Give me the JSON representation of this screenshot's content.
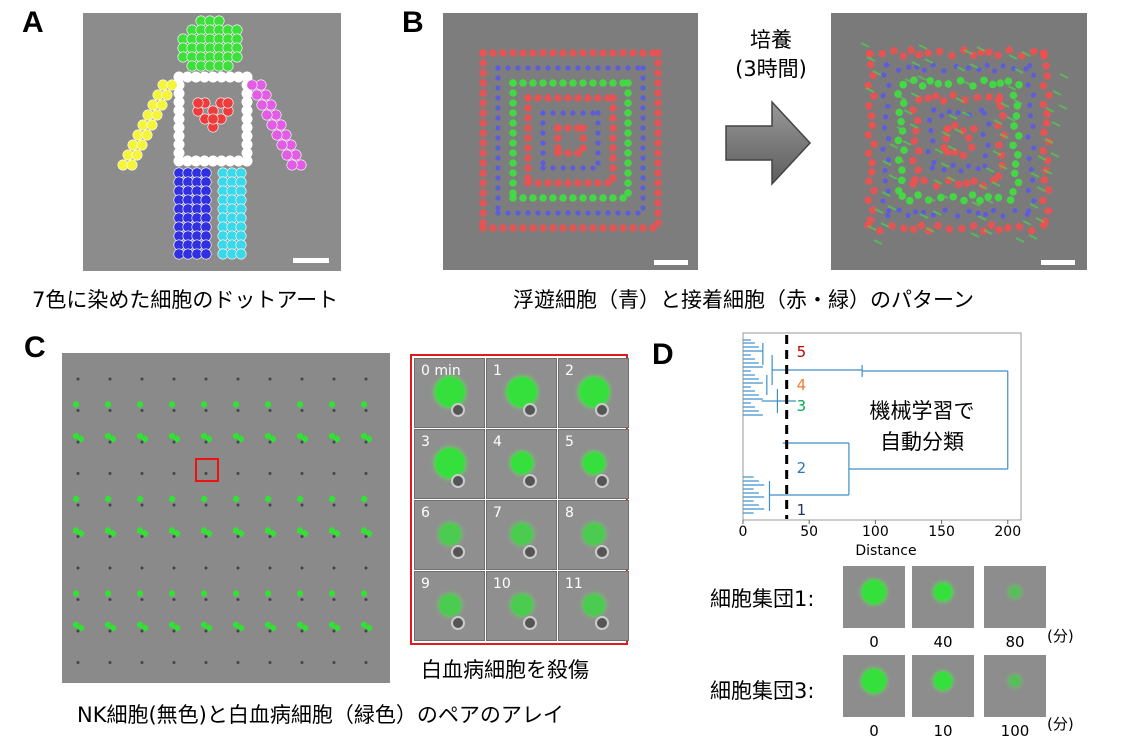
{
  "panels": {
    "A": {
      "label": "A",
      "caption": "7色に染めた細胞のドットアート",
      "colors": {
        "head": "#3de03a",
        "arm_left": "#f5f53a",
        "arm_right": "#e35ce6",
        "legs_left": "#3030e0",
        "legs_right": "#3ad8e8",
        "body": "#ffffff",
        "heart": "#ee3b3b"
      }
    },
    "B": {
      "label": "B",
      "arrow_text_line1": "培養",
      "arrow_text_line2": "(3時間)",
      "caption": "浮遊細胞（青）と接着細胞（赤・緑）のパターン"
    },
    "C": {
      "label": "C",
      "caption": "NK細胞(無色)と白血病細胞（緑色）のペアのアレイ",
      "timelapse_caption": "白血病細胞を殺傷",
      "frames": [
        "0 min",
        "1",
        "2",
        "3",
        "4",
        "5",
        "6",
        "7",
        "8",
        "9",
        "10",
        "11"
      ]
    },
    "D": {
      "label": "D",
      "annotation_line1": "機械学習で",
      "annotation_line2": "自動分類",
      "chart_data": {
        "type": "dendrogram",
        "xlabel": "Distance",
        "xticks": [
          0,
          50,
          100,
          150,
          200
        ],
        "xlim": [
          0,
          210
        ],
        "threshold": 33,
        "clusters": [
          {
            "label": "5",
            "color": "#c00000"
          },
          {
            "label": "4",
            "color": "#ed7d31"
          },
          {
            "label": "3",
            "color": "#00b050"
          },
          {
            "label": "2",
            "color": "#2e75b6"
          },
          {
            "label": "1",
            "color": "#1f3864"
          }
        ],
        "line_color": "#3d8fc9"
      },
      "group1": {
        "label": "細胞集団1:",
        "times": [
          "0",
          "40",
          "80"
        ],
        "unit": "(分)"
      },
      "group3": {
        "label": "細胞集団3:",
        "times": [
          "0",
          "10",
          "100"
        ],
        "unit": "(分)"
      }
    }
  }
}
